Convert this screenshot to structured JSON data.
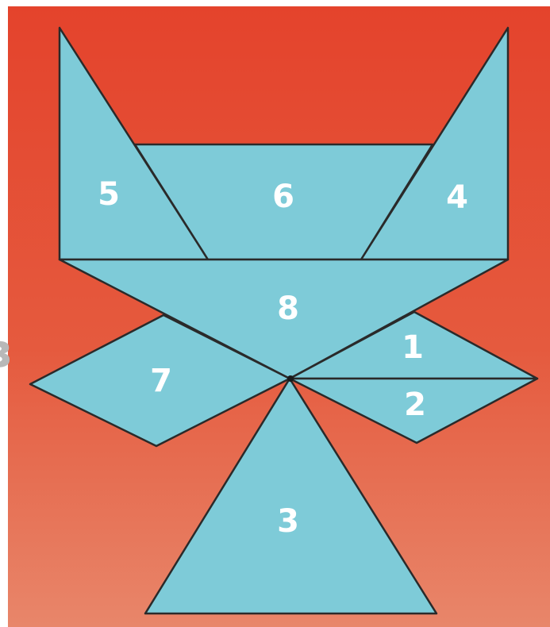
{
  "colors": {
    "background_top": "#e4432c",
    "background_bottom": "#e8866a",
    "piece_fill": "#7ecbd8",
    "outline": "#2a2a2a",
    "label": "#ffffff",
    "edge_text": "#b8b8b8"
  },
  "pieces": [
    {
      "id": "piece-1",
      "label": "1"
    },
    {
      "id": "piece-2",
      "label": "2"
    },
    {
      "id": "piece-3",
      "label": "3"
    },
    {
      "id": "piece-4",
      "label": "4"
    },
    {
      "id": "piece-5",
      "label": "5"
    },
    {
      "id": "piece-6",
      "label": "6"
    },
    {
      "id": "piece-7",
      "label": "7"
    },
    {
      "id": "piece-8",
      "label": "8"
    }
  ],
  "edge_text": "з"
}
